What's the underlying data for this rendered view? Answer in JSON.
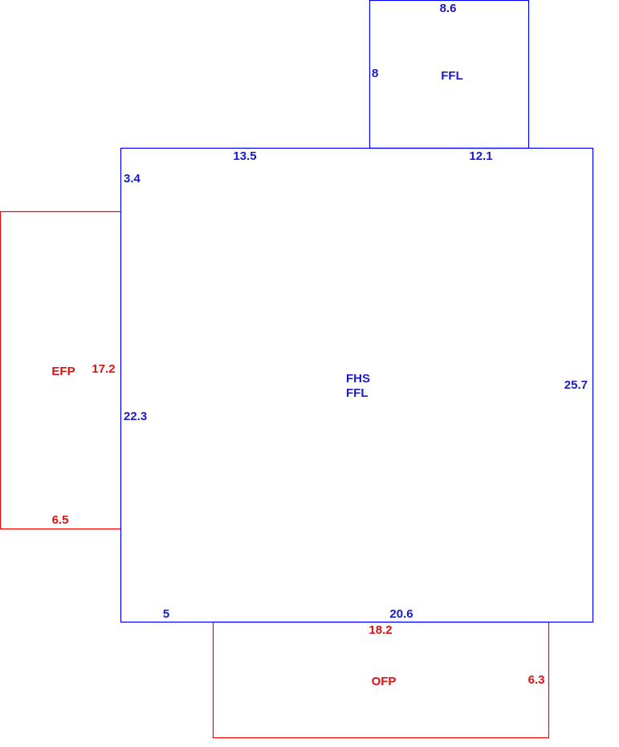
{
  "colors": {
    "living_area": "#0000ff",
    "porch_area": "#ff0000"
  },
  "areas": {
    "main": {
      "codes": [
        "FHS",
        "FFL"
      ],
      "sides": {
        "top_left": "13.5",
        "top_right": "12.1",
        "left_upper": "3.4",
        "left_lower": "22.3",
        "right": "25.7",
        "bottom_left": "5",
        "bottom_right": "20.6"
      }
    },
    "upper": {
      "code": "FFL",
      "sides": {
        "top": "8.6",
        "left": "8"
      }
    },
    "left_porch": {
      "code": "EFP",
      "sides": {
        "right": "17.2",
        "bottom": "6.5"
      }
    },
    "bottom_porch": {
      "code": "OFP",
      "sides": {
        "top": "18.2",
        "right": "6.3"
      }
    }
  }
}
